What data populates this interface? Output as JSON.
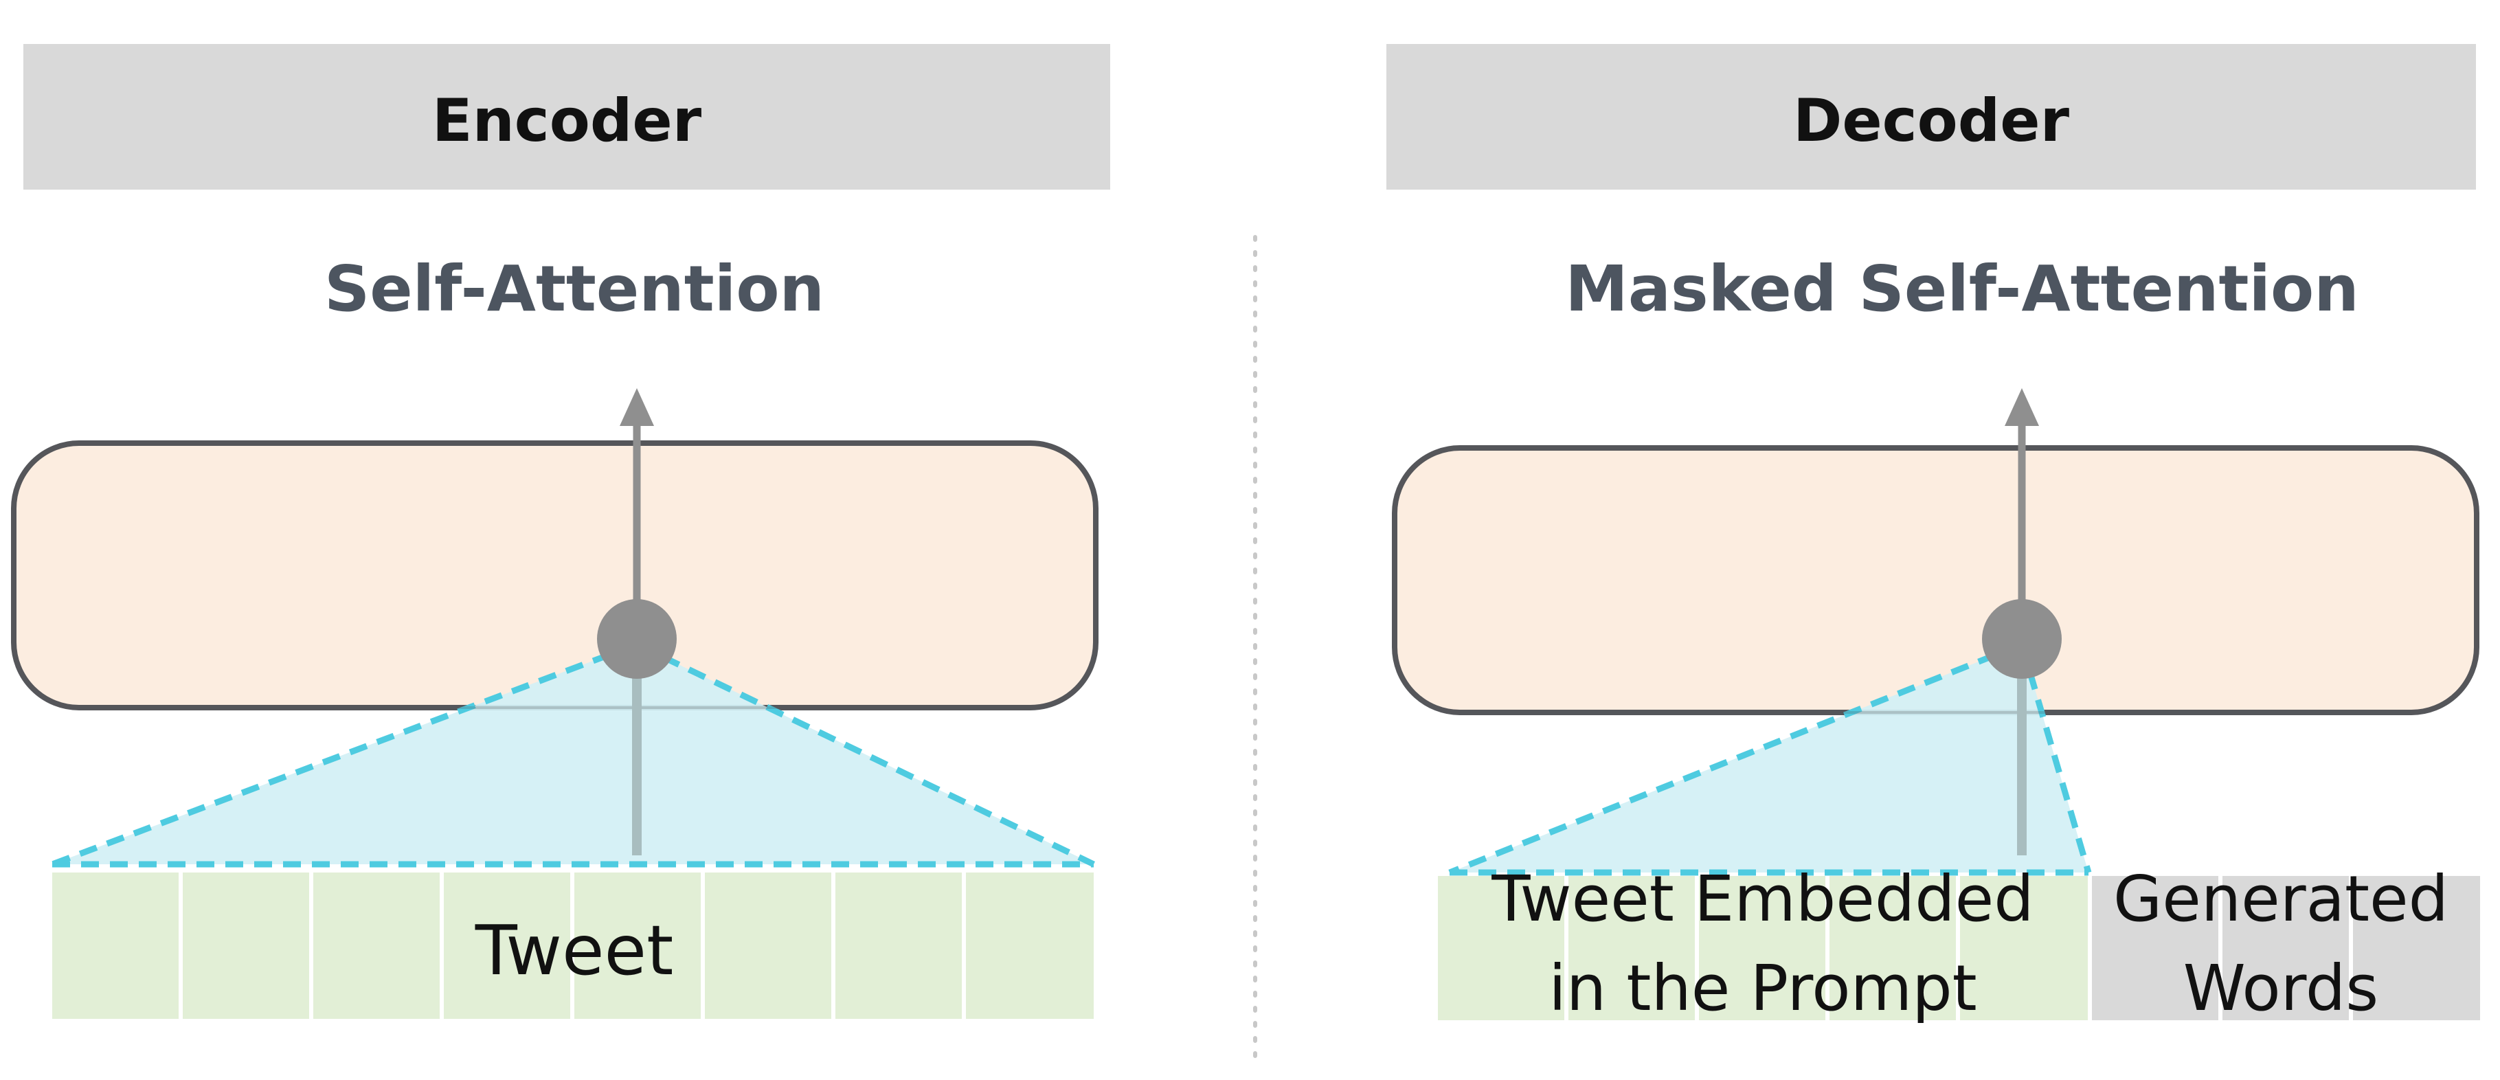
{
  "encoder": {
    "header": "Encoder",
    "attention_title": "Self-Attention",
    "input_label": "Tweet"
  },
  "decoder": {
    "header": "Decoder",
    "attention_title": "Masked Self-Attention",
    "prompt_label_line1": "Tweet Embedded",
    "prompt_label_line2": "in the Prompt",
    "generated_label_line1": "Generated",
    "generated_label_line2": "Words"
  },
  "colors": {
    "header_bg": "#d9d9d9",
    "block_fill": "#fcede0",
    "block_stroke": "#55565a",
    "attention_fill": "#d2f0f5",
    "attention_stroke": "#4ecbe0",
    "token_fill": "#e2efd6",
    "generated_fill": "#d9d9d9",
    "node_fill": "#8f8f8f",
    "arrow_color": "#8f8f8f",
    "divider_color": "#c8c8c8"
  }
}
